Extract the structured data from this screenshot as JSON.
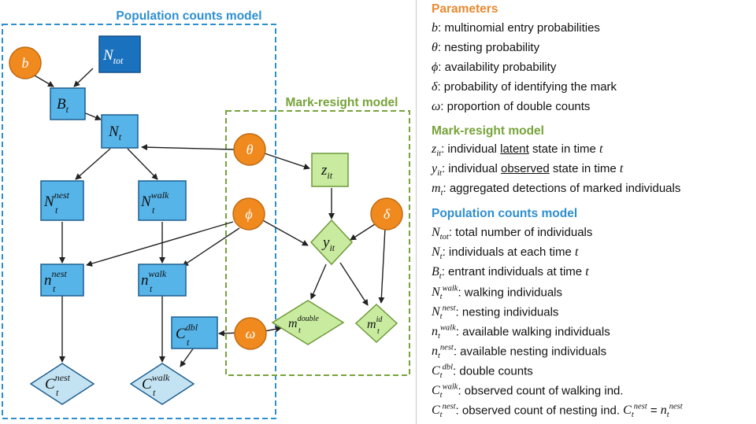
{
  "diagram": {
    "titles": {
      "population_counts": "Population counts model",
      "mark_resight": "Mark-resight model"
    },
    "nodes": {
      "b": "b",
      "N_tot": {
        "base": "N",
        "sub": "tot"
      },
      "B_t": {
        "base": "B",
        "sub": "t"
      },
      "N_t": {
        "base": "N",
        "sub": "t"
      },
      "theta": "θ",
      "z_it": {
        "base": "z",
        "sub": "it"
      },
      "N_nest": {
        "base": "N",
        "sub": "t",
        "sup": "nest"
      },
      "N_walk": {
        "base": "N",
        "sub": "t",
        "sup": "walk"
      },
      "phi": "ϕ",
      "delta": "δ",
      "y_it": {
        "base": "y",
        "sub": "it"
      },
      "n_nest": {
        "base": "n",
        "sub": "t",
        "sup": "nest"
      },
      "n_walk": {
        "base": "n",
        "sub": "t",
        "sup": "walk"
      },
      "C_dbl": {
        "base": "C",
        "sub": "t",
        "sup": "dbl"
      },
      "omega": "ω",
      "m_double": {
        "base": "m",
        "sub": "t",
        "sup": "double"
      },
      "m_id": {
        "base": "m",
        "sub": "t",
        "sup": "id"
      },
      "C_nest": {
        "base": "C",
        "sub": "t",
        "sup": "nest"
      },
      "C_walk": {
        "base": "C",
        "sub": "t",
        "sup": "walk"
      }
    },
    "colors": {
      "box_fill": "#56b4e9",
      "box_dark": "#1a72bf",
      "box_stroke": "#1f5f8f",
      "observed_fill": "#c3e3f3",
      "param_fill": "#f08a1e",
      "param_stroke": "#c06a10",
      "green_fill": "#c9eba0",
      "green_stroke": "#6f9a3a",
      "pc_dash": "#2e8fd0",
      "mr_dash": "#77a33a"
    }
  },
  "legend": {
    "parameters": {
      "title": "Parameters",
      "items": [
        {
          "sym": "b",
          "text": ": multinomial entry probabilities"
        },
        {
          "sym": "θ",
          "text": ": nesting probability"
        },
        {
          "sym": "ϕ",
          "text": ": availability probability"
        },
        {
          "sym": "δ",
          "text": ": probability of identifying the mark"
        },
        {
          "sym": "ω",
          "text": ": proportion of double counts"
        }
      ]
    },
    "mark_resight": {
      "title": "Mark-resight model",
      "items": [
        {
          "sym": "z",
          "sub": "it",
          "pre": ": individual ",
          "u": "latent",
          "post": " state in time ",
          "var": "t"
        },
        {
          "sym": "y",
          "sub": "it",
          "pre": ": individual ",
          "u": "observed",
          "post": " state in time ",
          "var": "t"
        },
        {
          "sym": "m",
          "sub": "t",
          "text": ": aggregated detections of marked individuals"
        }
      ]
    },
    "population_counts": {
      "title": "Population counts model",
      "items": [
        {
          "sym": "N",
          "sub": "tot",
          "text": ": total number of individuals"
        },
        {
          "sym": "N",
          "sub": "t",
          "text": ": individuals at each time ",
          "var": "t"
        },
        {
          "sym": "B",
          "sub": "t",
          "text": ": entrant individuals at time ",
          "var": "t"
        },
        {
          "sym": "N",
          "sub": "t",
          "sup": "walk",
          "text": ": walking individuals"
        },
        {
          "sym": "N",
          "sub": "t",
          "sup": "nest",
          "text": ": nesting individuals"
        },
        {
          "sym": "n",
          "sub": "t",
          "sup": "walk",
          "text": ": available walking individuals"
        },
        {
          "sym": "n",
          "sub": "t",
          "sup": "nest",
          "text": ": available nesting individuals"
        },
        {
          "sym": "C",
          "sub": "t",
          "sup": "dbl",
          "text": ": double counts"
        },
        {
          "sym": "C",
          "sub": "t",
          "sup": "walk",
          "text": ": observed count of walking ind."
        },
        {
          "sym": "C",
          "sub": "t",
          "sup": "nest",
          "text": ": observed count of nesting ind. ",
          "eq": {
            "lhs": {
              "base": "C",
              "sub": "t",
              "sup": "nest"
            },
            "op": " = ",
            "rhs": {
              "base": "n",
              "sub": "t",
              "sup": "nest"
            }
          }
        }
      ]
    }
  }
}
